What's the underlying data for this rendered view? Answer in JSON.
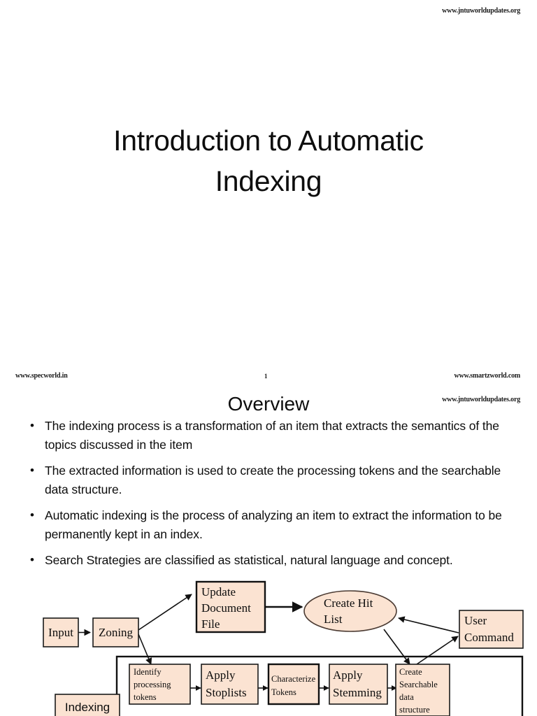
{
  "watermarks": {
    "top_right": "www.jntuworldupdates.org",
    "left_middle": "www.specworld.in",
    "right_middle": "www.smartzworld.com",
    "right_middle_2": "www.jntuworldupdates.org",
    "page_number": "1"
  },
  "slide_title": {
    "text": "Introduction to Automatic Indexing"
  },
  "overview": {
    "heading": "Overview",
    "bullet_marker": "•",
    "bullets": [
      "The indexing process is a transformation of an item that extracts the semantics of the topics discussed in the item",
      "The extracted information is used to create the processing tokens and the searchable data structure.",
      "Automatic indexing is the process of analyzing an item to extract the information to be permanently kept in an index.",
      "Search Strategies are classified as statistical, natural language and concept."
    ]
  },
  "diagram": {
    "fill_color": "#FBE3D2",
    "stroke_color": "#111111",
    "nodes": {
      "input": "Input",
      "zoning": "Zoning",
      "update_document_file": [
        "Update",
        "Document",
        "File"
      ],
      "create_hit_list": [
        "Create Hit",
        "List"
      ],
      "user_command": [
        "User",
        "Command"
      ],
      "indexing": "Indexing",
      "identify_processing_tokens": [
        "Identify",
        "processing",
        "tokens"
      ],
      "apply_stoplists": [
        "Apply",
        "Stoplists"
      ],
      "characterize_tokens": [
        "Characterize",
        "Tokens"
      ],
      "apply_stemming": [
        "Apply",
        "Stemming"
      ],
      "create_searchable_data_structure": [
        "Create",
        "Searchable",
        "data",
        "structure"
      ]
    }
  }
}
